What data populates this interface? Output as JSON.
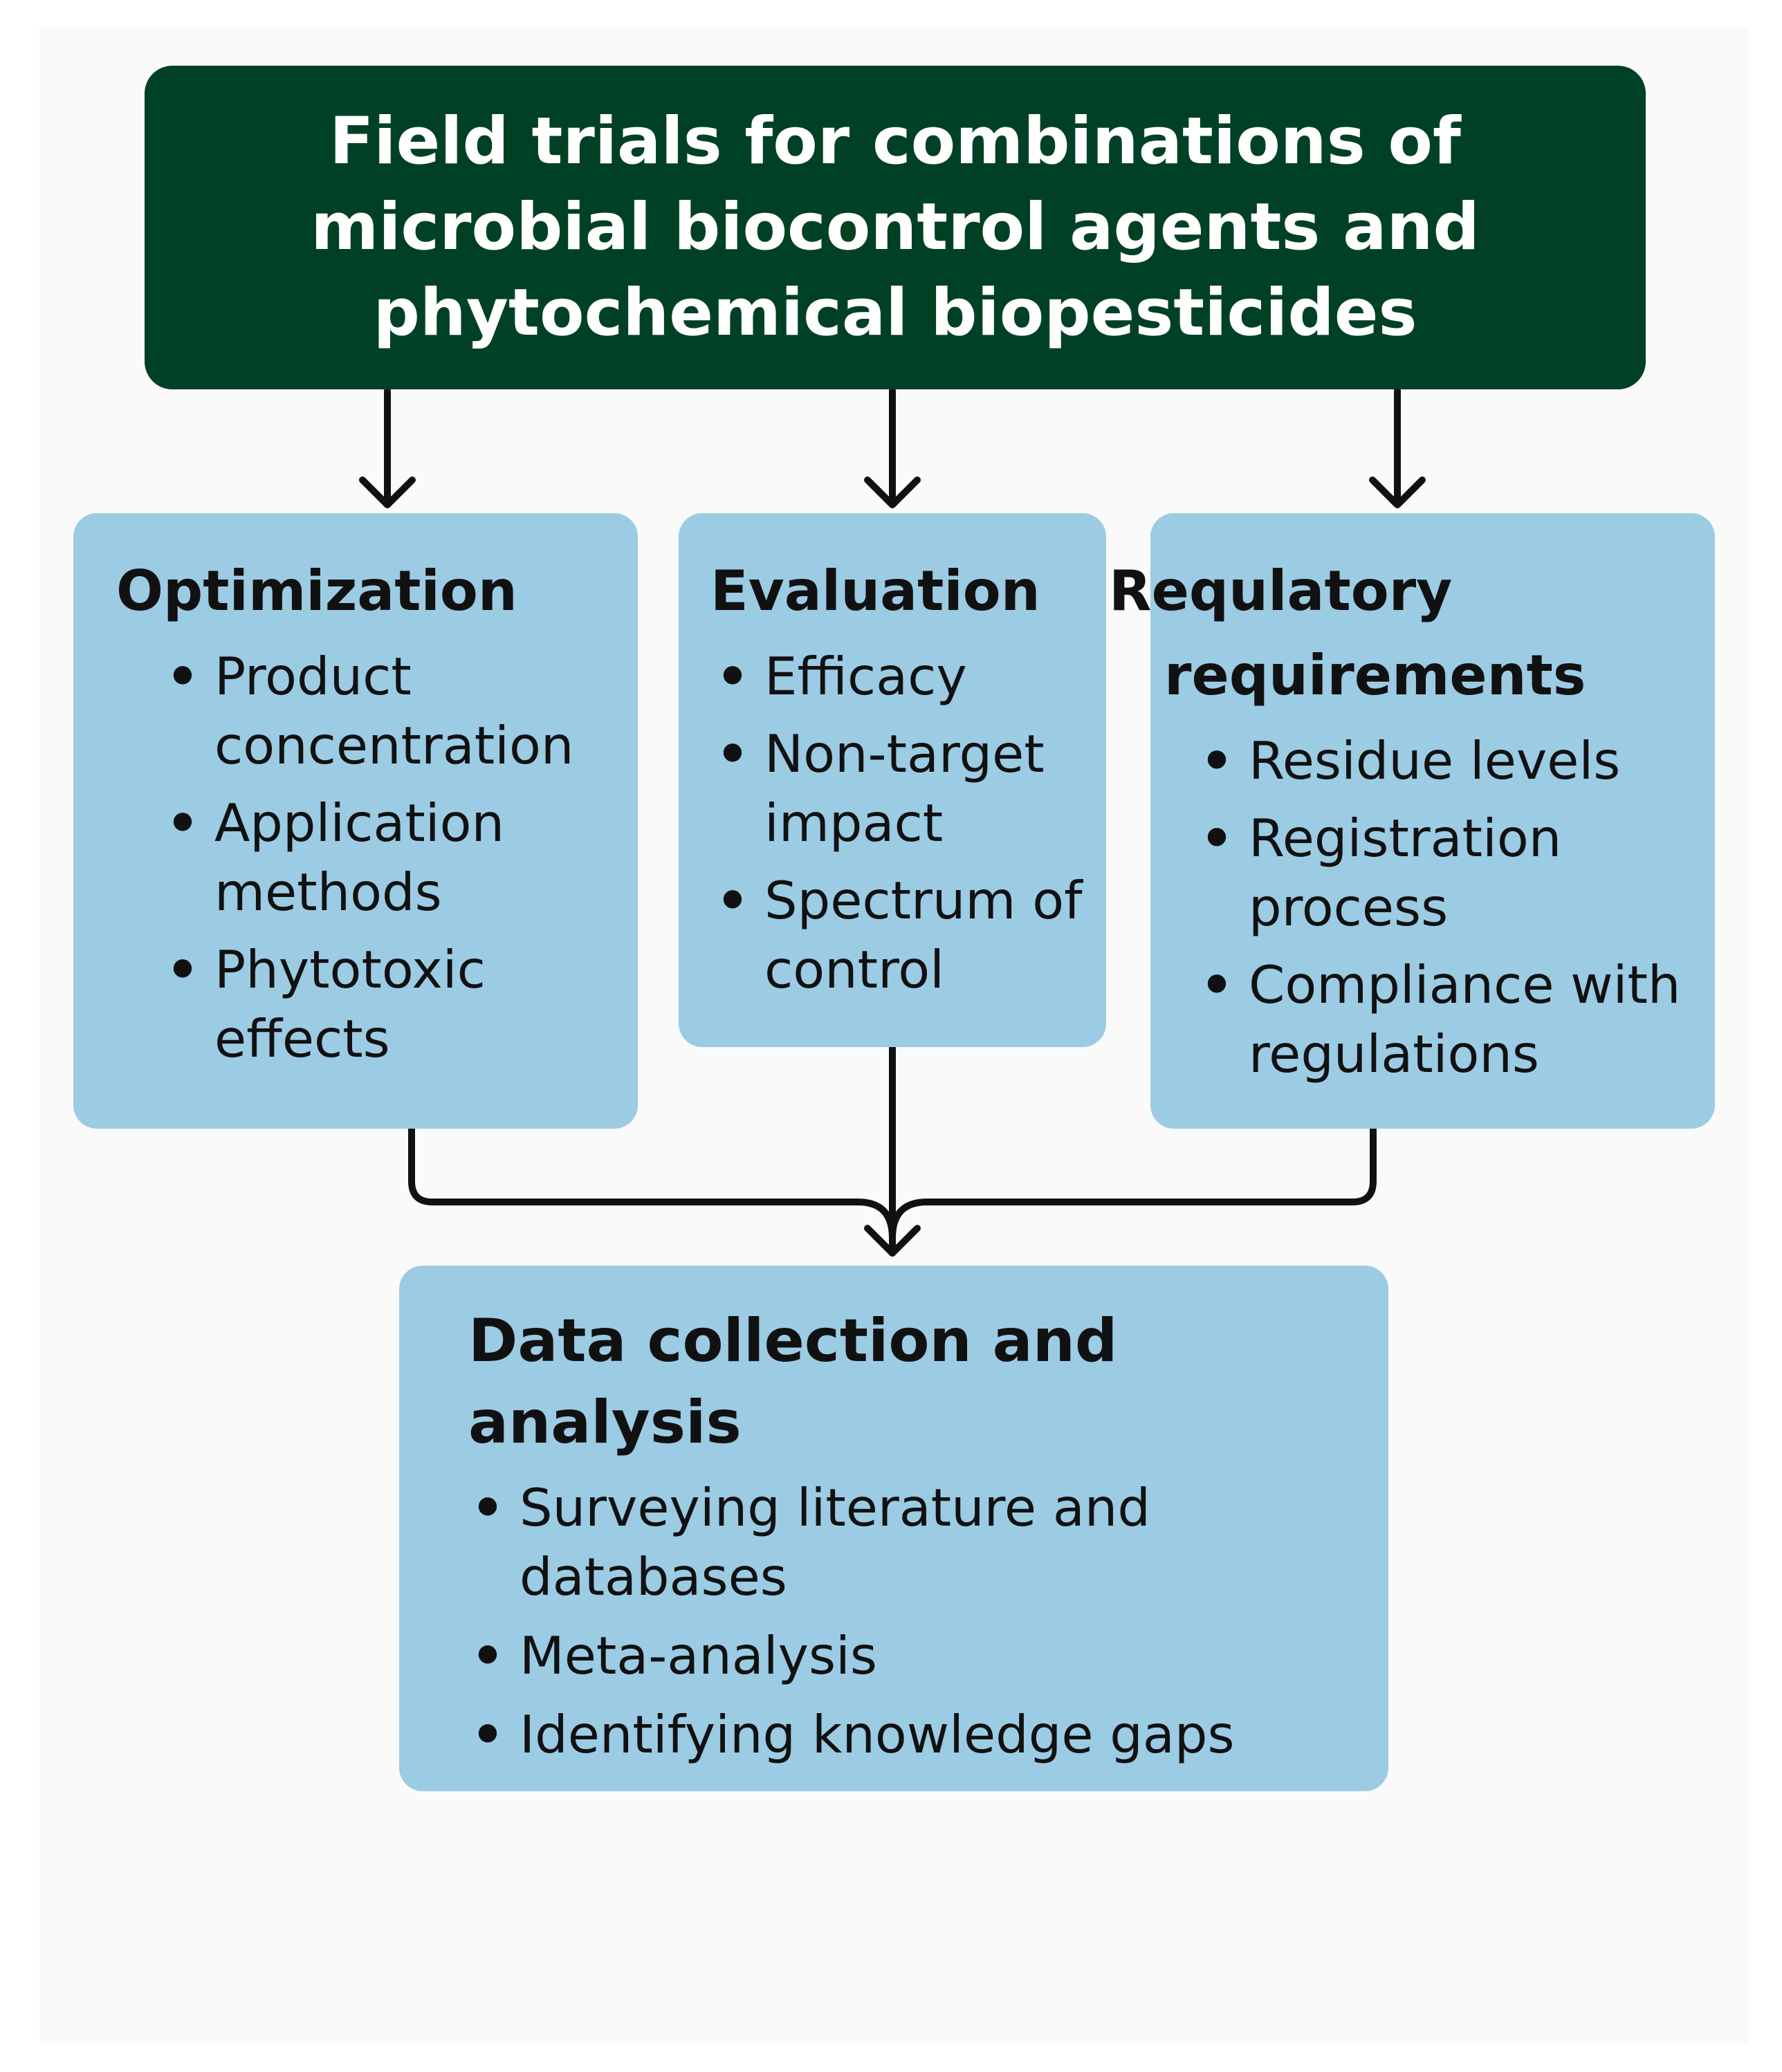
{
  "title": {
    "text": "Field trials for combinations of microbial biocontrol agents and phytochemical biopesticides"
  },
  "boxes": {
    "optimization": {
      "heading": "Optimization",
      "items": [
        "Product concentration",
        "Application methods",
        "Phytotoxic effects"
      ]
    },
    "evaluation": {
      "heading": "Evaluation",
      "items": [
        "Efficacy",
        "Non-target impact",
        "Spectrum of control"
      ]
    },
    "regulatory": {
      "heading": "Requlatory requirements",
      "items": [
        "Residue levels",
        "Registration process",
        "Compliance with regulations"
      ]
    },
    "data": {
      "heading": "Data collection and analysis",
      "items": [
        "Surveying literature and databases",
        "Meta-analysis",
        "Identifying knowledge gaps"
      ]
    }
  },
  "bullet": "•",
  "colors": {
    "title_background": "#004125",
    "box_background": "#9ccbe4",
    "connector": "#111111"
  }
}
